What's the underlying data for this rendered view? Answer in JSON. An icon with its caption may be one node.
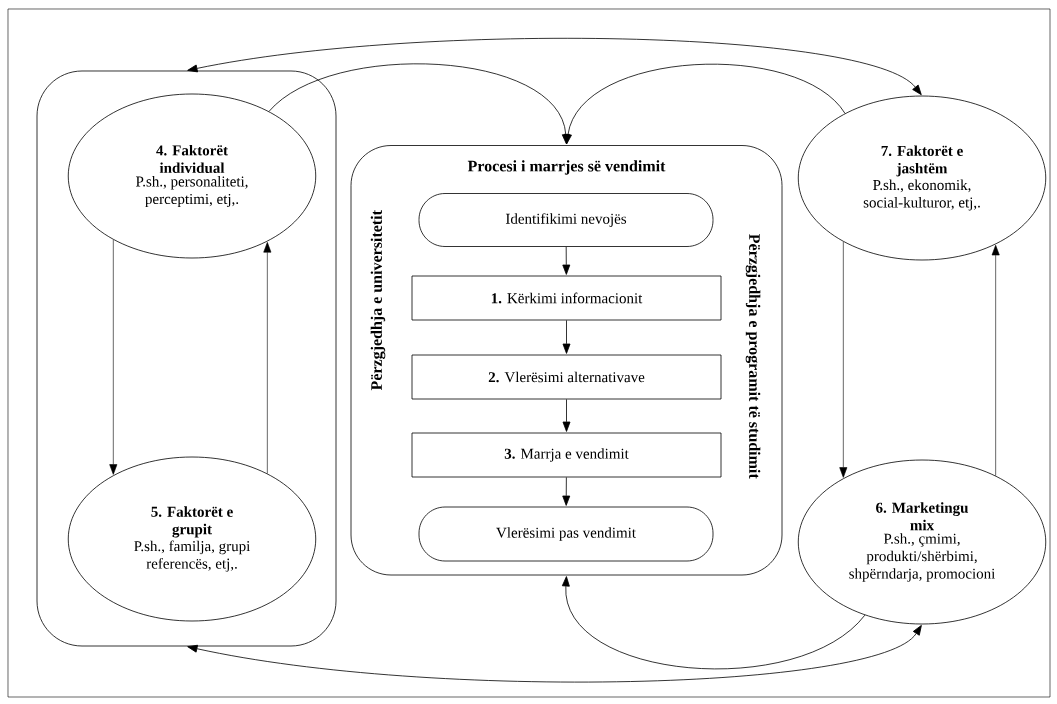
{
  "diagram": {
    "nodes": [
      {
        "text": [],
        "shape": "box"
      },
      {
        "text": [
          "4. Faktorët individual",
          "P.sh., personaliteti, perceptimi, etj,."
        ],
        "in": 0
      },
      {
        "text": [
          "5. Faktorët e grupit",
          "P.sh., familja, grupi referencës, etj,."
        ],
        "in": 0
      },
      {
        "text": [
          "Procesi i marrjes së vendimit",
          "Përzgjedhja e universitetit",
          "Përzgjedhja e programit të studimit"
        ]
      },
      {
        "text": [
          "Identifikimi nevojës"
        ],
        "in": 3
      },
      {
        "text": [
          "**1.** Kërkimi informacionit"
        ],
        "in": 3
      },
      {
        "text": [
          "**2.** Vlerësimi alternativave"
        ],
        "in": 3
      },
      {
        "text": [
          "**3.** Marrja e vendimit"
        ],
        "in": 3
      },
      {
        "text": [
          "Vlerësimi pas vendimit"
        ],
        "in": 3
      },
      {
        "text": [
          "7. Faktorët e jashtëm",
          "P.sh., ekonomik, social-kulturor, etj,."
        ]
      },
      {
        "text": [
          "6. Marketingu mix",
          "P.sh., çmimi, produkti/shërbimi, shpërndarja, promocioni"
        ]
      }
    ],
    "edges": [
      {
        "from": 0,
        "to": 9,
        "arrow": "both"
      },
      {
        "from": 0,
        "to": 10,
        "arrow": "both"
      },
      {
        "from": 1,
        "to": 3,
        "arrow": "to"
      },
      {
        "from": 9,
        "to": 3,
        "arrow": "to"
      },
      {
        "from": 10,
        "to": 3,
        "arrow": "to"
      },
      {
        "from": 1,
        "to": 2,
        "arrow": "to"
      },
      {
        "from": 2,
        "to": 1,
        "arrow": "to"
      },
      {
        "from": 9,
        "to": 10,
        "arrow": "to"
      },
      {
        "from": 10,
        "to": 9,
        "arrow": "to"
      },
      {
        "from": 4,
        "to": 5,
        "arrow": "to"
      },
      {
        "from": 5,
        "to": 6,
        "arrow": "to"
      },
      {
        "from": 6,
        "to": 7,
        "arrow": "to"
      },
      {
        "from": 7,
        "to": 8,
        "arrow": "to"
      }
    ]
  }
}
